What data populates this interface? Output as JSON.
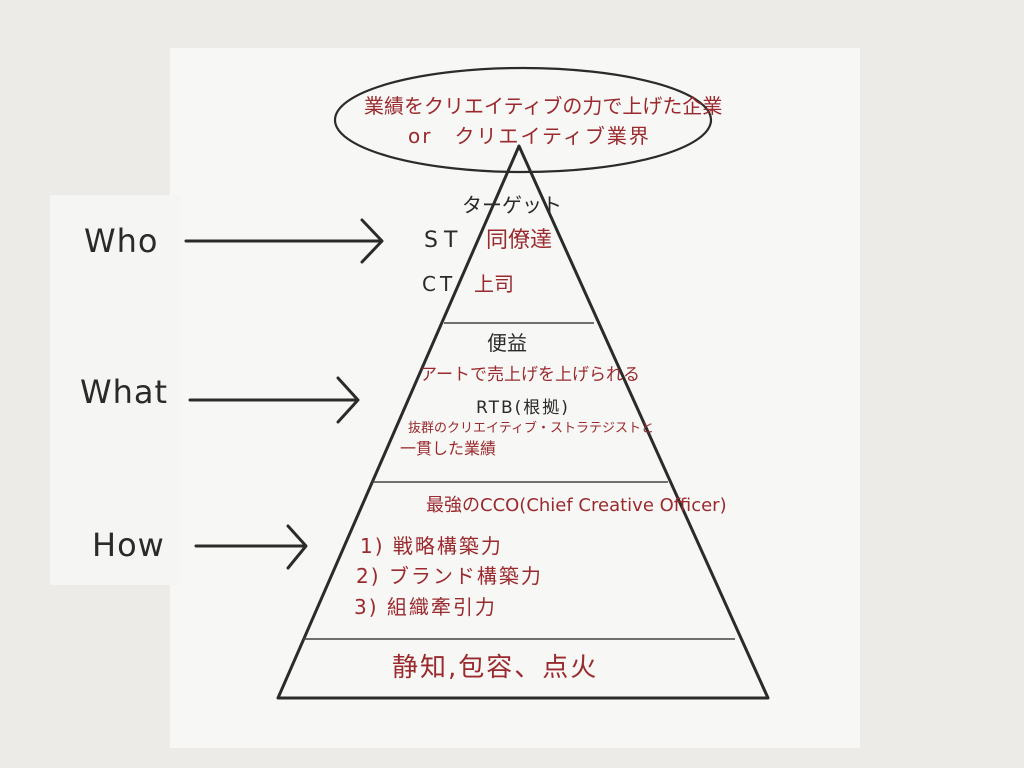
{
  "top": {
    "line1": "業績をクリエイティブの力で上げた企業",
    "line2": "or　クリエイティブ業界"
  },
  "labels": {
    "who": "Who",
    "what": "What",
    "how": "How"
  },
  "tier1": {
    "heading": "ターゲット",
    "st": "ST",
    "st_value": "同僚達",
    "ct": "CT",
    "ct_value": "上司"
  },
  "tier2": {
    "heading": "便益",
    "benefit": "アートで売上げを上げられる",
    "rtb": "RTB(根拠)",
    "rtb_line1": "抜群のクリエイティブ・ストラテジストと",
    "rtb_line2": "一貫した業績"
  },
  "tier3": {
    "heading": "最強のCCO(Chief Creative Officer)",
    "item1": "1) 戦略構築力",
    "item2": "2) ブランド構築力",
    "item3": "3) 組織牽引力"
  },
  "tier4": {
    "text": "静知,包容、点火"
  }
}
